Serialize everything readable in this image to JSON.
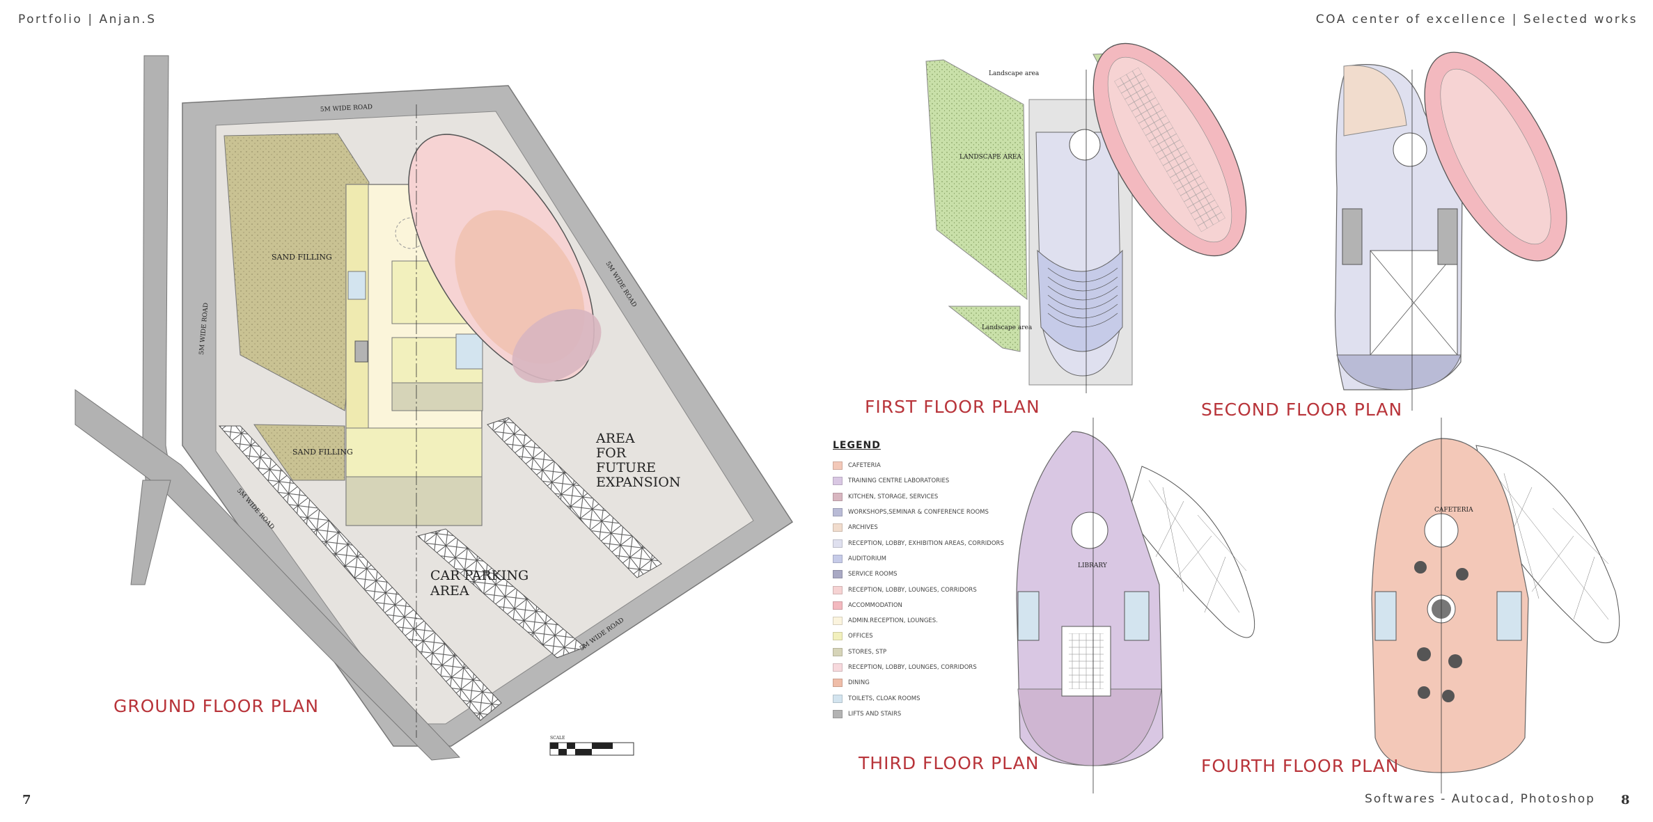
{
  "header": {
    "left": "Portfolio | Anjan.S",
    "right": "COA center of excellence | Selected works"
  },
  "footer": {
    "page_left": "7",
    "page_right": "8",
    "software": "Softwares - Autocad, Photoshop"
  },
  "plans": {
    "ground": "GROUND FLOOR PLAN",
    "first": "FIRST FLOOR PLAN",
    "second": "SECOND FLOOR PLAN",
    "third": "THIRD FLOOR PLAN",
    "fourth": "FOURTH FLOOR PLAN"
  },
  "site_labels": {
    "road_top": "5M WIDE ROAD",
    "road_left": "5M WIDE ROAD",
    "road_diag": "5M WIDE ROAD",
    "road_right": "5M WIDE ROAD",
    "road_bottom": "5M WIDE ROAD",
    "sand1": "SAND FILLING",
    "sand2": "SAND FILLING",
    "expansion": [
      "AREA",
      "FOR",
      "FUTURE",
      "EXPANSION"
    ],
    "parking": [
      "CAR PARKING",
      "AREA"
    ],
    "scale": "SCALE"
  },
  "floor_labels": {
    "landscape_area": "LANDSCAPE AREA",
    "landscape_area2": "Landscape area",
    "landscape_area3": "Landscape area",
    "library": "LIBRARY",
    "cafeteria": "CAFETERIA"
  },
  "legend": {
    "title": "LEGEND",
    "items": [
      {
        "label": "CAFETERIA",
        "color": "#f3c8b8"
      },
      {
        "label": "TRAINING CENTRE LABORATORIES",
        "color": "#d9c7e3"
      },
      {
        "label": "KITCHEN, STORAGE, SERVICES",
        "color": "#d8b6c0"
      },
      {
        "label": "WORKSHOPS,SEMINAR & CONFERENCE ROOMS",
        "color": "#b9bbd6"
      },
      {
        "label": "ARCHIVES",
        "color": "#f1dccd"
      },
      {
        "label": "RECEPTION, LOBBY, EXHIBITION AREAS, CORRIDORS",
        "color": "#dfe0ef"
      },
      {
        "label": "AUDITORIUM",
        "color": "#c6cbe8"
      },
      {
        "label": "SERVICE ROOMS",
        "color": "#a9a9c4"
      },
      {
        "label": "RECEPTION, LOBBY, LOUNGES, CORRIDORS",
        "color": "#f6d3d3"
      },
      {
        "label": "ACCOMMODATION",
        "color": "#f3b9bf"
      },
      {
        "label": "ADMIN.RECEPTION, LOUNGES.",
        "color": "#fbf4de"
      },
      {
        "label": "OFFICES",
        "color": "#f2f0bd"
      },
      {
        "label": "STORES, STP",
        "color": "#d6d4b8"
      },
      {
        "label": "RECEPTION, LOBBY, LOUNGES, CORRIDORS",
        "color": "#f7d9dd"
      },
      {
        "label": "DINING",
        "color": "#efbda8"
      },
      {
        "label": "TOILETS, CLOAK ROOMS",
        "color": "#d3e4ef"
      },
      {
        "label": "LIFTS AND STAIRS",
        "color": "#b3b3b3"
      }
    ]
  }
}
